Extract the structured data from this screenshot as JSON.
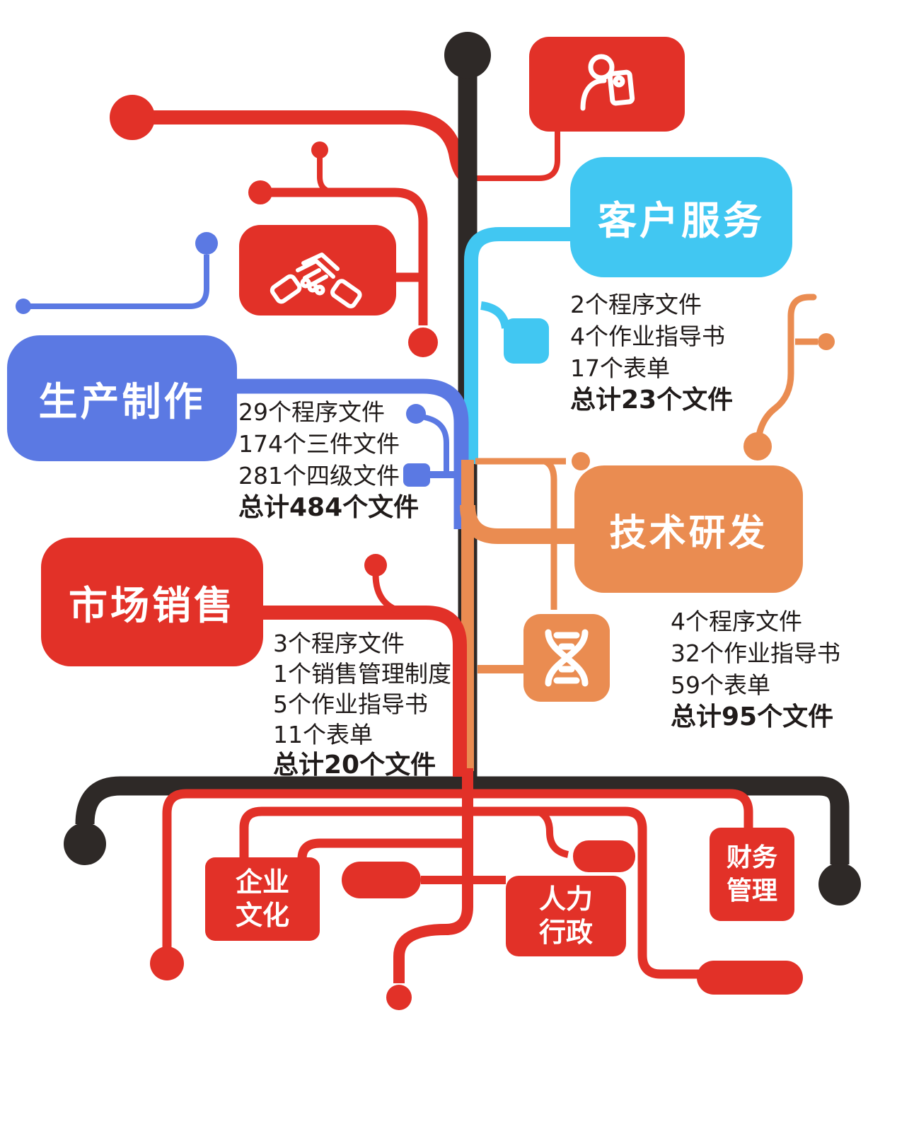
{
  "diagram_title": "company document tree diagram",
  "colors": {
    "red": "#e23128",
    "blue": "#5b79e3",
    "cyan": "#41c7f2",
    "orange": "#ea8c51",
    "black": "#2e2927",
    "text": "#201b1a",
    "white": "#ffffff"
  },
  "nodes": {
    "customer_service": {
      "label": "客户服务",
      "stats": [
        "2个程序文件",
        "4个作业指导书",
        "17个表单"
      ],
      "total": "总计23个文件"
    },
    "production": {
      "label": "生产制作",
      "stats": [
        "29个程序文件",
        "174个三件文件",
        "281个四级文件"
      ],
      "total": "总计484个文件"
    },
    "rnd": {
      "label": "技术研发",
      "stats": [
        "4个程序文件",
        "32个作业指导书",
        "59个表单"
      ],
      "total": "总计95个文件"
    },
    "marketing": {
      "label": "市场销售",
      "stats": [
        "3个程序文件",
        "1个销售管理制度",
        "5个作业指导书",
        "11个表单"
      ],
      "total": "总计20个文件"
    },
    "culture": {
      "label": "企业\n文化"
    },
    "hr": {
      "label": "人力\n行政"
    },
    "finance": {
      "label": "财务\n管理"
    }
  },
  "icons": {
    "person_badge": "person-with-badge-icon",
    "handshake": "handshake-icon",
    "dna": "dna-helix-icon"
  }
}
